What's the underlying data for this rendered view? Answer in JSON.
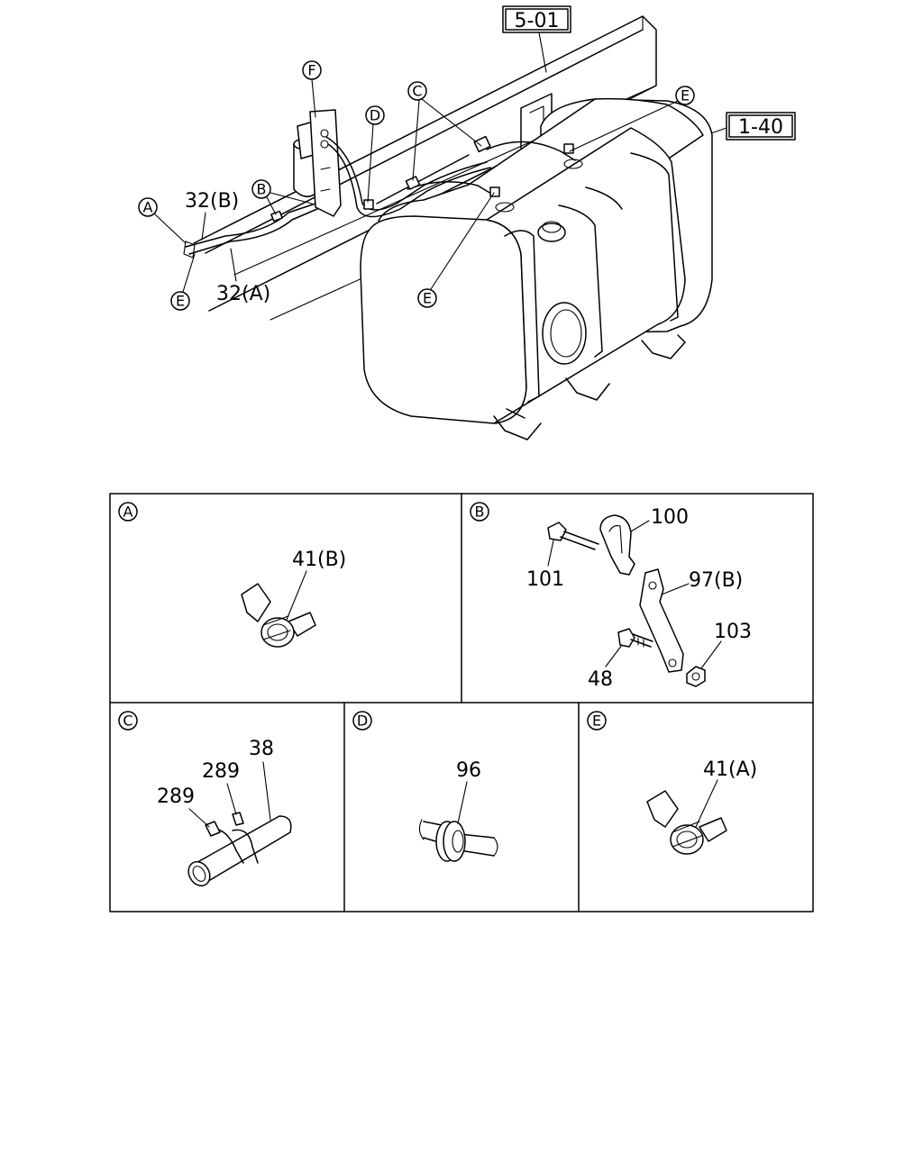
{
  "main_view": {
    "ref_frame": "5-01",
    "ref_tank": "1-40",
    "callouts": [
      "A",
      "B",
      "C",
      "D",
      "E",
      "F"
    ],
    "labels": {
      "pipe_b": "32(B)",
      "pipe_a": "32(A)"
    }
  },
  "details": {
    "A": {
      "letter": "A",
      "parts": [
        "41(B)"
      ]
    },
    "B": {
      "letter": "B",
      "parts": [
        "100",
        "101",
        "97(B)",
        "103",
        "48"
      ]
    },
    "C": {
      "letter": "C",
      "parts": [
        "38",
        "289",
        "289"
      ]
    },
    "D": {
      "letter": "D",
      "parts": [
        "96"
      ]
    },
    "E": {
      "letter": "E",
      "parts": [
        "41(A)"
      ]
    }
  }
}
